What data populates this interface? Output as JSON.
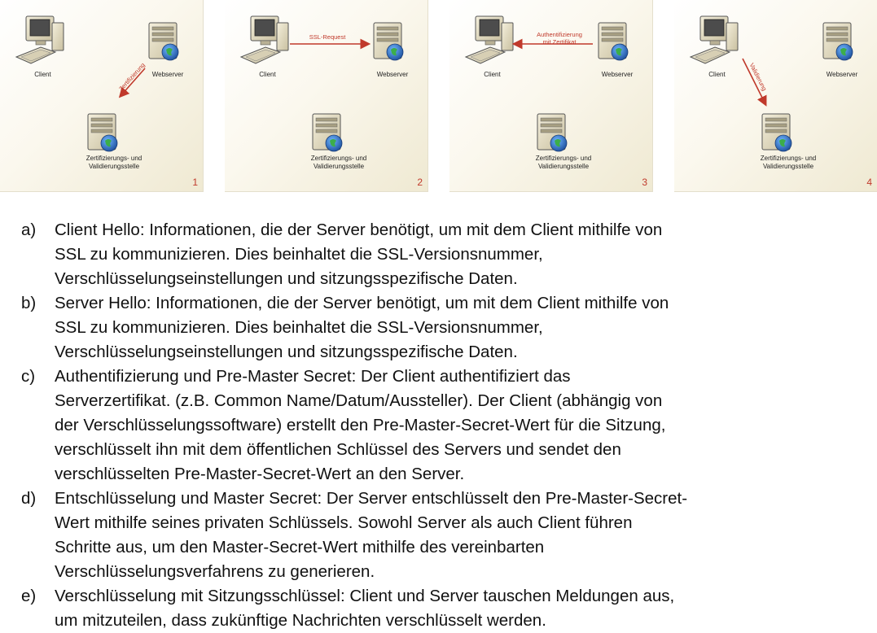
{
  "panels": [
    {
      "number": "1",
      "client": "Client",
      "webserver": "Webserver",
      "ca_line1": "Zertifizierungs- und",
      "ca_line2": "Validierungsstelle",
      "arrow_label_1": "Zertifizierung",
      "arrow_label_2": ""
    },
    {
      "number": "2",
      "client": "Client",
      "webserver": "Webserver",
      "ca_line1": "Zertifizierungs- und",
      "ca_line2": "Validierungsstelle",
      "arrow_label_1": "SSL-Request",
      "arrow_label_2": ""
    },
    {
      "number": "3",
      "client": "Client",
      "webserver": "Webserver",
      "ca_line1": "Zertifizierungs- und",
      "ca_line2": "Validierungsstelle",
      "arrow_label_1": "Authentifizierung",
      "arrow_label_2": "mit Zertifikat"
    },
    {
      "number": "4",
      "client": "Client",
      "webserver": "Webserver",
      "ca_line1": "Zertifizierungs- und",
      "ca_line2": "Validierungsstelle",
      "arrow_label_1": "Validierung",
      "arrow_label_2": ""
    }
  ],
  "steps": [
    {
      "marker": "a)",
      "lines": [
        "Client Hello: Informationen, die der Server benötigt, um mit dem Client mithilfe von",
        "SSL zu kommunizieren. Dies beinhaltet die SSL-Versionsnummer,",
        "Verschlüsselungseinstellungen und sitzungsspezifische Daten."
      ]
    },
    {
      "marker": "b)",
      "lines": [
        "Server Hello: Informationen, die der Server benötigt, um mit dem Client mithilfe von",
        "SSL zu kommunizieren. Dies beinhaltet die SSL-Versionsnummer,",
        "Verschlüsselungseinstellungen und sitzungsspezifische Daten."
      ]
    },
    {
      "marker": "c)",
      "lines": [
        "Authentifizierung und Pre-Master Secret: Der Client authentifiziert das",
        "Serverzertifikat. (z.B. Common Name/Datum/Aussteller). Der Client (abhängig von",
        "der Verschlüsselungssoftware) erstellt den Pre-Master-Secret-Wert für die Sitzung,",
        "verschlüsselt ihn mit dem öffentlichen Schlüssel des Servers und sendet den",
        "verschlüsselten Pre-Master-Secret-Wert an den Server."
      ]
    },
    {
      "marker": "d)",
      "lines": [
        "Entschlüsselung und Master Secret: Der Server entschlüsselt den Pre-Master-Secret-",
        "Wert mithilfe seines privaten Schlüssels. Sowohl Server als auch Client führen",
        "Schritte aus, um den Master-Secret-Wert mithilfe des vereinbarten",
        "Verschlüsselungsverfahrens zu generieren."
      ]
    },
    {
      "marker": "e)",
      "lines": [
        "Verschlüsselung mit Sitzungsschlüssel: Client und Server tauschen Meldungen aus,",
        "um mitzuteilen, dass zukünftige Nachrichten verschlüsselt werden."
      ]
    }
  ],
  "colors": {
    "arrow": "#c0392b",
    "panel_number": "#c0392b"
  }
}
